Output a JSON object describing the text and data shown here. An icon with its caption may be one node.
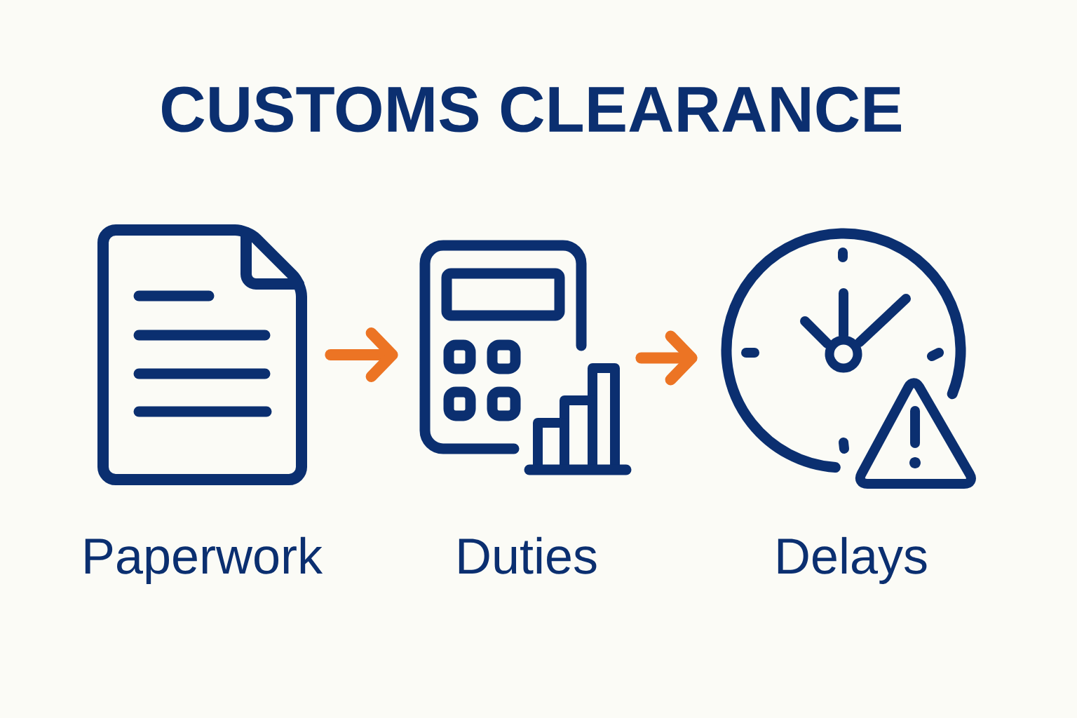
{
  "diagram": {
    "title": "CUSTOMS CLEARANCE",
    "nodes": [
      {
        "text": [
          "Paperwork"
        ]
      },
      {
        "text": [
          "Duties"
        ]
      },
      {
        "text": [
          "Delays"
        ]
      }
    ],
    "edges": [
      {
        "from": 0,
        "to": 1,
        "arrow": "to"
      },
      {
        "from": 1,
        "to": 2,
        "arrow": "to"
      }
    ]
  }
}
